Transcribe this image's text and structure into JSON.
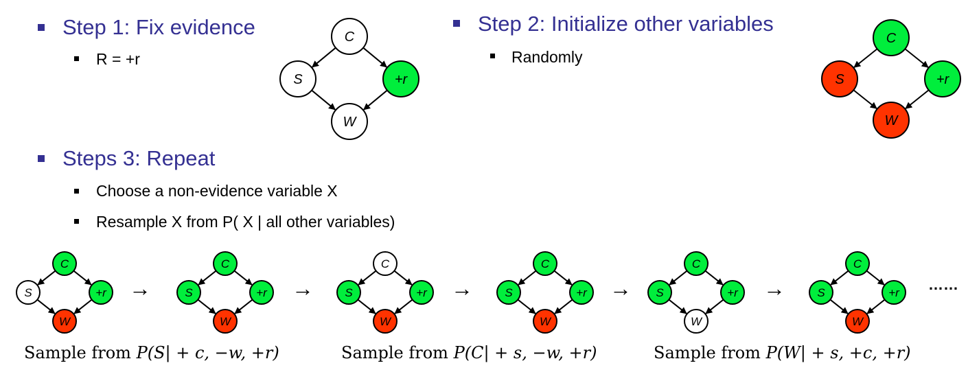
{
  "colors": {
    "title": "#343092",
    "green": "#00ee3c",
    "red": "#ff3300",
    "white": "#ffffff"
  },
  "step1": {
    "title": "Step 1: Fix evidence",
    "sub": "R = +r"
  },
  "step2": {
    "title": "Step 2: Initialize other variables",
    "sub": "Randomly"
  },
  "step3": {
    "title": "Steps 3: Repeat",
    "subs": [
      "Choose a non-evidence variable X",
      "Resample X from P( X | all other variables)"
    ]
  },
  "node_labels": {
    "c": "C",
    "s": "S",
    "r": "+r",
    "w": "W"
  },
  "big_networks": [
    {
      "c": "white",
      "s": "white",
      "r": "green",
      "w": "white"
    },
    {
      "c": "green",
      "s": "red",
      "r": "green",
      "w": "red"
    }
  ],
  "sequence": [
    {
      "c": "green",
      "s": "white",
      "r": "green",
      "w": "red"
    },
    {
      "c": "green",
      "s": "green",
      "r": "green",
      "w": "red"
    },
    {
      "c": "white",
      "s": "green",
      "r": "green",
      "w": "red"
    },
    {
      "c": "green",
      "s": "green",
      "r": "green",
      "w": "red"
    },
    {
      "c": "green",
      "s": "green",
      "r": "green",
      "w": "white"
    },
    {
      "c": "green",
      "s": "green",
      "r": "green",
      "w": "red"
    }
  ],
  "arrow_glyph": "→",
  "ellipsis": "……",
  "captions": [
    {
      "prefix": "Sample from ",
      "formula": "P(S| + c, −w, +r)"
    },
    {
      "prefix": "Sample from ",
      "formula": "P(C| + s, −w, +r)"
    },
    {
      "prefix": "Sample from ",
      "formula": "P(W| + s, +c, +r)"
    }
  ]
}
